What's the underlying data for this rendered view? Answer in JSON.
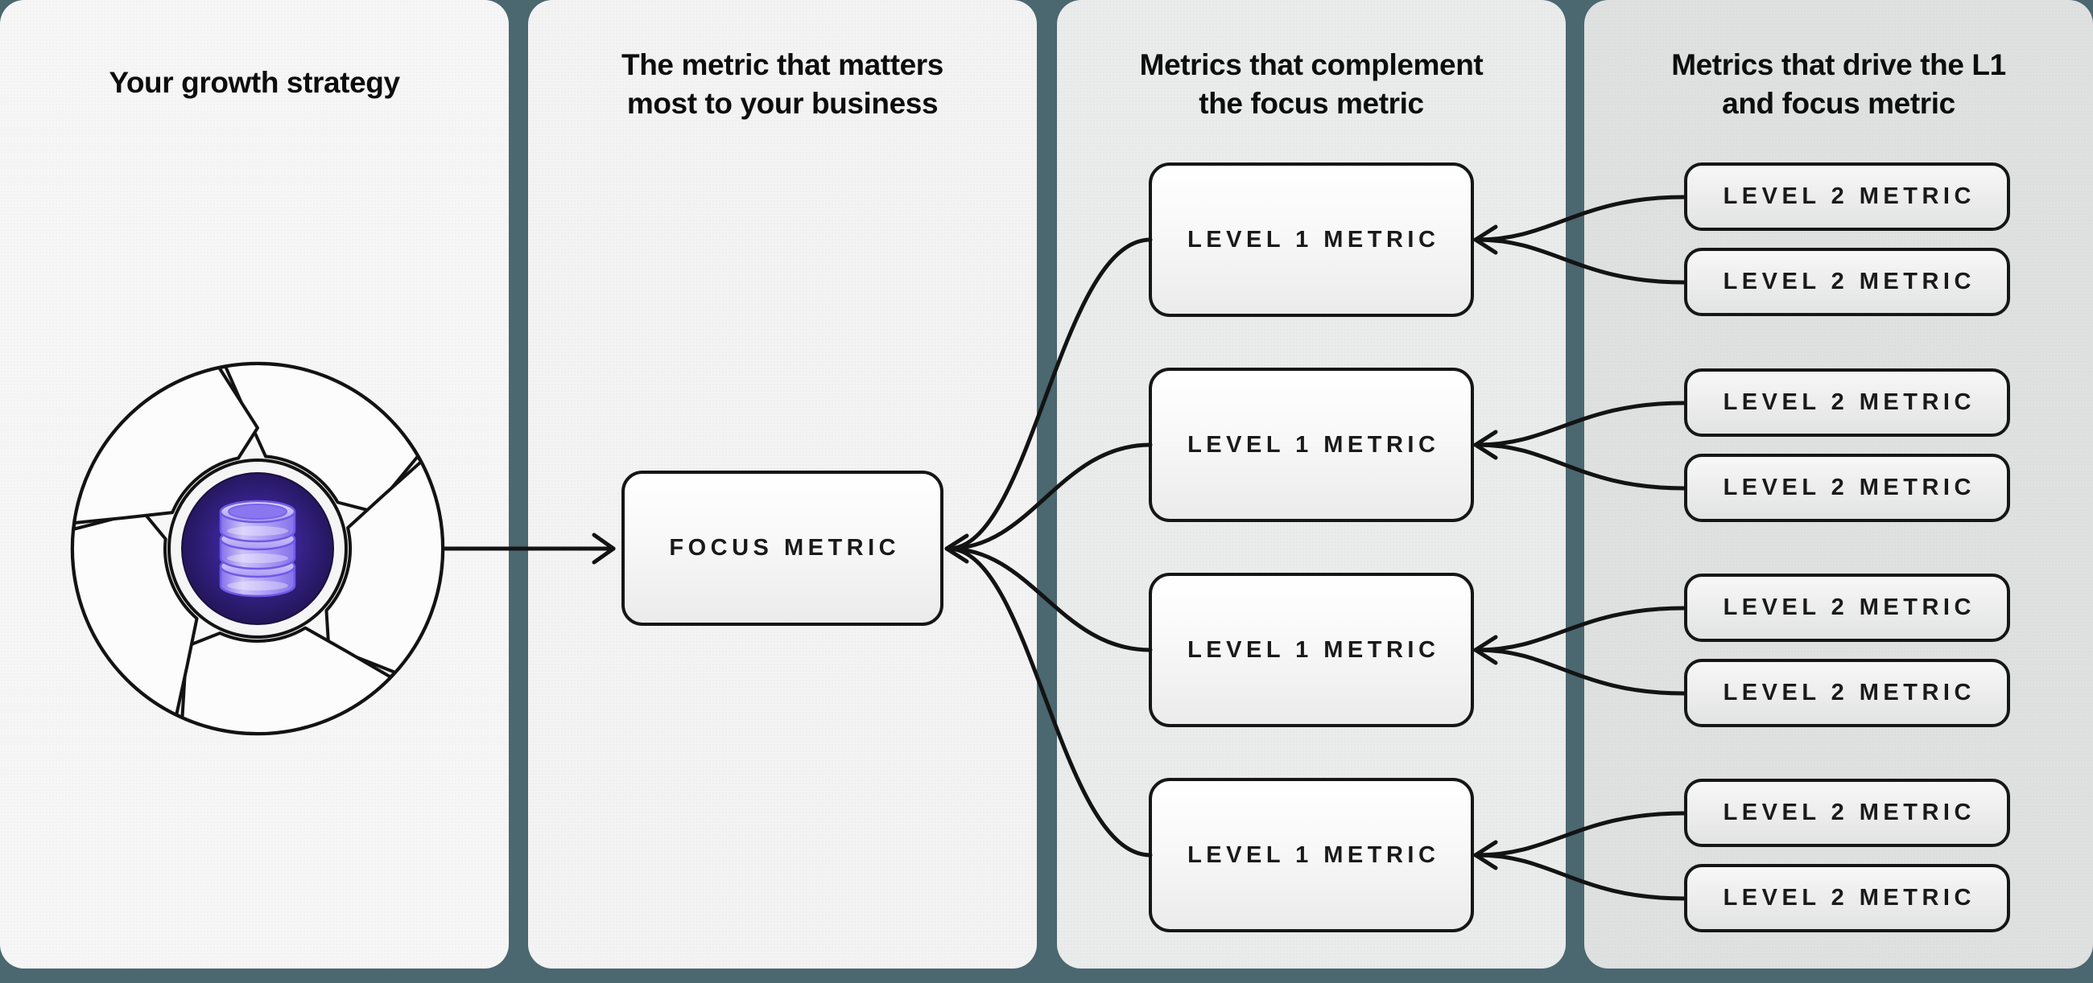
{
  "colors": {
    "background_teal": "#4b6770",
    "panel1_bg": "#f6f6f6",
    "panel2_bg": "#f3f3f3",
    "panel3_bg": "#eaebeb",
    "panel4_bg": "#dfe0e0",
    "connector_line": "#131313",
    "box_border": "#161616",
    "hub_indigo": "#2a1a6b",
    "database_purple": "#a392f3"
  },
  "icons": {
    "growth_cycle": "growth-cycle-aperture-icon",
    "database": "database-icon",
    "arrow_into_focus": "arrow-right-icon",
    "arrowheads_converging": "arrowhead-left-icon"
  },
  "panels": [
    {
      "id": "growth-strategy",
      "title_lines": [
        "Your growth strategy"
      ]
    },
    {
      "id": "focus-metric",
      "title_lines": [
        "The metric that matters",
        "most to your business"
      ],
      "box": {
        "label": "FOCUS METRIC"
      }
    },
    {
      "id": "level1-metrics",
      "title_lines": [
        "Metrics that complement",
        "the focus metric"
      ],
      "boxes": [
        {
          "label": "LEVEL 1 METRIC"
        },
        {
          "label": "LEVEL 1 METRIC"
        },
        {
          "label": "LEVEL 1 METRIC"
        },
        {
          "label": "LEVEL 1 METRIC"
        }
      ]
    },
    {
      "id": "level2-metrics",
      "title_lines": [
        "Metrics that drive the L1",
        "and focus metric"
      ],
      "boxes": [
        {
          "label": "LEVEL 2 METRIC"
        },
        {
          "label": "LEVEL 2 METRIC"
        },
        {
          "label": "LEVEL 2 METRIC"
        },
        {
          "label": "LEVEL 2 METRIC"
        },
        {
          "label": "LEVEL 2 METRIC"
        },
        {
          "label": "LEVEL 2 METRIC"
        },
        {
          "label": "LEVEL 2 METRIC"
        },
        {
          "label": "LEVEL 2 METRIC"
        }
      ]
    }
  ]
}
